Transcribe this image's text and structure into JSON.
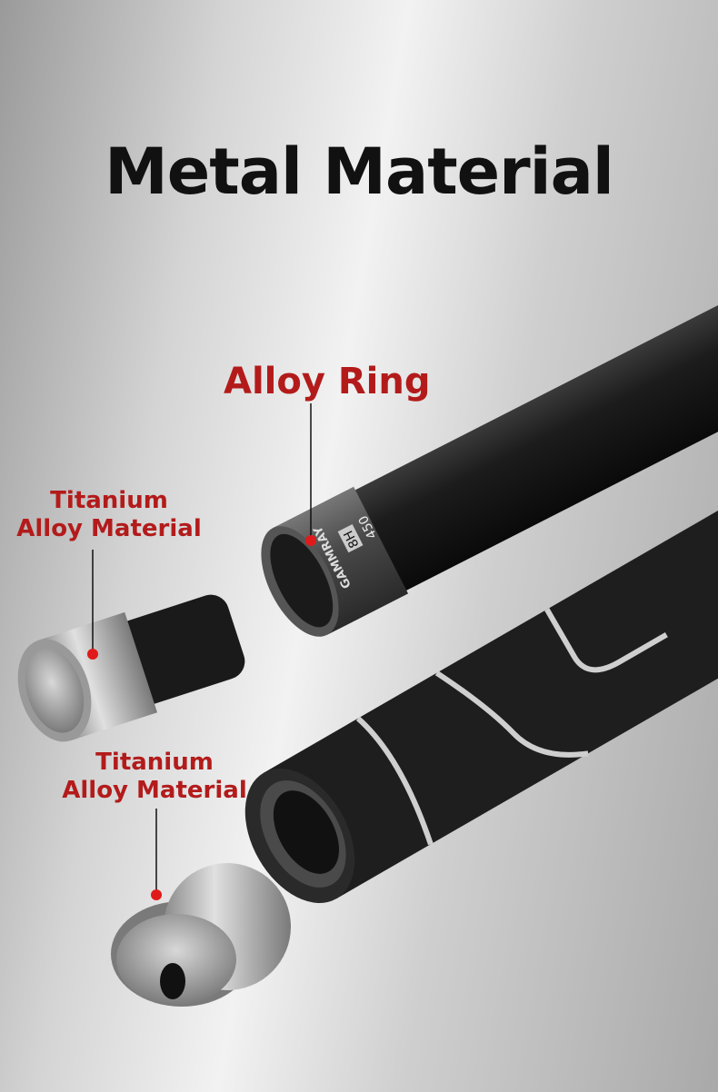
{
  "title": "Metal Material",
  "callouts": {
    "alloy_ring": "Alloy Ring",
    "titanium_cap": {
      "line1": "Titanium",
      "line2": "Alloy Material"
    },
    "titanium_plug": {
      "line1": "Titanium",
      "line2": "Alloy Material"
    }
  },
  "ring_markings": {
    "brand": "GAMMRAY",
    "grade": "8H",
    "length": "450"
  },
  "colors": {
    "accent": "#b31b1b",
    "title": "#111111"
  }
}
